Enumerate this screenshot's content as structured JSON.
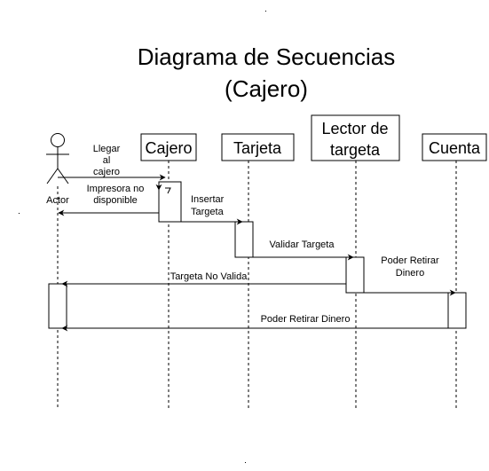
{
  "title": {
    "line1": "Diagrama de Secuencias",
    "line2": "(Cajero)"
  },
  "actor": {
    "label": "Actor"
  },
  "lifelines": {
    "cajero": "Cajero",
    "tarjeta": "Tarjeta",
    "lector_line1": "Lector de",
    "lector_line2": "targeta",
    "cuenta": "Cuenta"
  },
  "messages": {
    "llegar_1": "Llegar",
    "llegar_2": "al",
    "llegar_3": "cajero",
    "impresora_1": "Impresora no",
    "impresora_2": "disponible",
    "insertar_1": "Insertar",
    "insertar_2": "Targeta",
    "validar": "Validar Targeta",
    "poder_1": "Poder Retirar",
    "poder_2": "Dinero",
    "no_valida": "Targeta No Valida",
    "poder_return": "Poder Retirar Dinero"
  }
}
